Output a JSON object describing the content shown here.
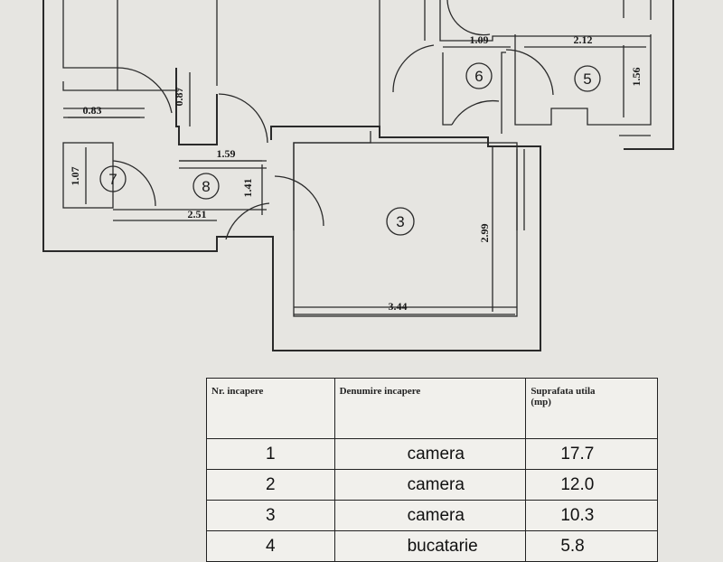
{
  "plan": {
    "rooms": [
      {
        "id": "room-3",
        "label": "3"
      },
      {
        "id": "room-5",
        "label": "5"
      },
      {
        "id": "room-6",
        "label": "6"
      },
      {
        "id": "room-7",
        "label": "7"
      },
      {
        "id": "room-8",
        "label": "8"
      }
    ],
    "dimensions": [
      {
        "id": "dim-1-09",
        "label": "1.09"
      },
      {
        "id": "dim-2-12",
        "label": "2.12"
      },
      {
        "id": "dim-1-56",
        "label": "1.56"
      },
      {
        "id": "dim-0-83",
        "label": "0.83"
      },
      {
        "id": "dim-0-87",
        "label": "0.87"
      },
      {
        "id": "dim-1-59",
        "label": "1.59"
      },
      {
        "id": "dim-1-07",
        "label": "1.07"
      },
      {
        "id": "dim-1-41",
        "label": "1.41"
      },
      {
        "id": "dim-2-51",
        "label": "2.51"
      },
      {
        "id": "dim-2-99",
        "label": "2.99"
      },
      {
        "id": "dim-3-44",
        "label": "3.44"
      }
    ]
  },
  "table": {
    "headers": {
      "nr": "Nr. incapere",
      "name": "Denumire incapere",
      "area_line1": "Suprafata utila",
      "area_line2": "(mp)"
    },
    "rows": [
      {
        "nr": "1",
        "name": "camera",
        "area": "17.7"
      },
      {
        "nr": "2",
        "name": "camera",
        "area": "12.0"
      },
      {
        "nr": "3",
        "name": "camera",
        "area": "10.3"
      },
      {
        "nr": "4",
        "name": "bucatarie",
        "area": "5.8"
      }
    ]
  }
}
